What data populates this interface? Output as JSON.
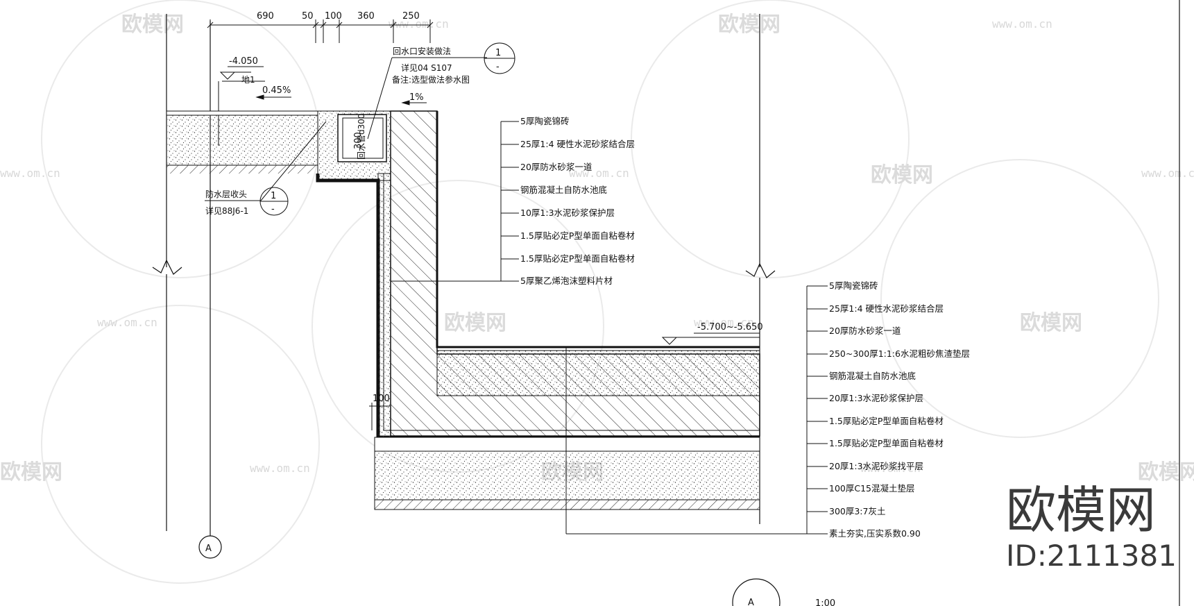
{
  "dimensions": {
    "d690": "690",
    "d50": "50",
    "d100": "100",
    "d360": "360",
    "d250": "250",
    "d300": "300",
    "d100_side": "100"
  },
  "levels": {
    "top_level": "-4.050",
    "top_level_tag": "地1",
    "slope_a": "0.45%",
    "slope_b": "1%",
    "pool_level": "-5.700~-5.650"
  },
  "callouts": {
    "return_inlet_title": "回水口安装做法",
    "return_inlet_ref": "详见04 S107",
    "return_inlet_note": "备注:选型做法参水图",
    "pipe_label": "回水管d300",
    "waterproof_title": "防水层收头",
    "waterproof_ref": "详见88J6-1",
    "ref_circle_num": "1",
    "ref_circle_den": "-",
    "axis_label": "A",
    "section_label": "A",
    "scale_text": "1:00"
  },
  "wall_layers": [
    "5厚陶瓷锦砖",
    "25厚1:4 硬性水泥砂浆结合层",
    "20厚防水砂浆一道",
    "钢筋混凝土自防水池底",
    "10厚1:3水泥砂浆保护层",
    "1.5厚贴必定P型单面自粘卷材",
    "1.5厚贴必定P型单面自粘卷材",
    "5厚聚乙烯泡沫塑料片材"
  ],
  "floor_layers": [
    "5厚陶瓷锦砖",
    "25厚1:4 硬性水泥砂浆结合层",
    "20厚防水砂浆一道",
    "250~300厚1:1:6水泥粗砂焦渣垫层",
    "钢筋混凝土自防水池底",
    "20厚1:3水泥砂浆保护层",
    "1.5厚贴必定P型单面自粘卷材",
    "1.5厚贴必定P型单面自粘卷材",
    "20厚1:3水泥砂浆找平层",
    "100厚C15混凝土垫层",
    "300厚3:7灰土",
    "素土夯实,压实系数0.90"
  ],
  "watermarks": {
    "brand_cn": "欧模网",
    "url": "www.om.cn"
  },
  "brand": {
    "name": "欧模网",
    "id": "ID:2111381"
  }
}
